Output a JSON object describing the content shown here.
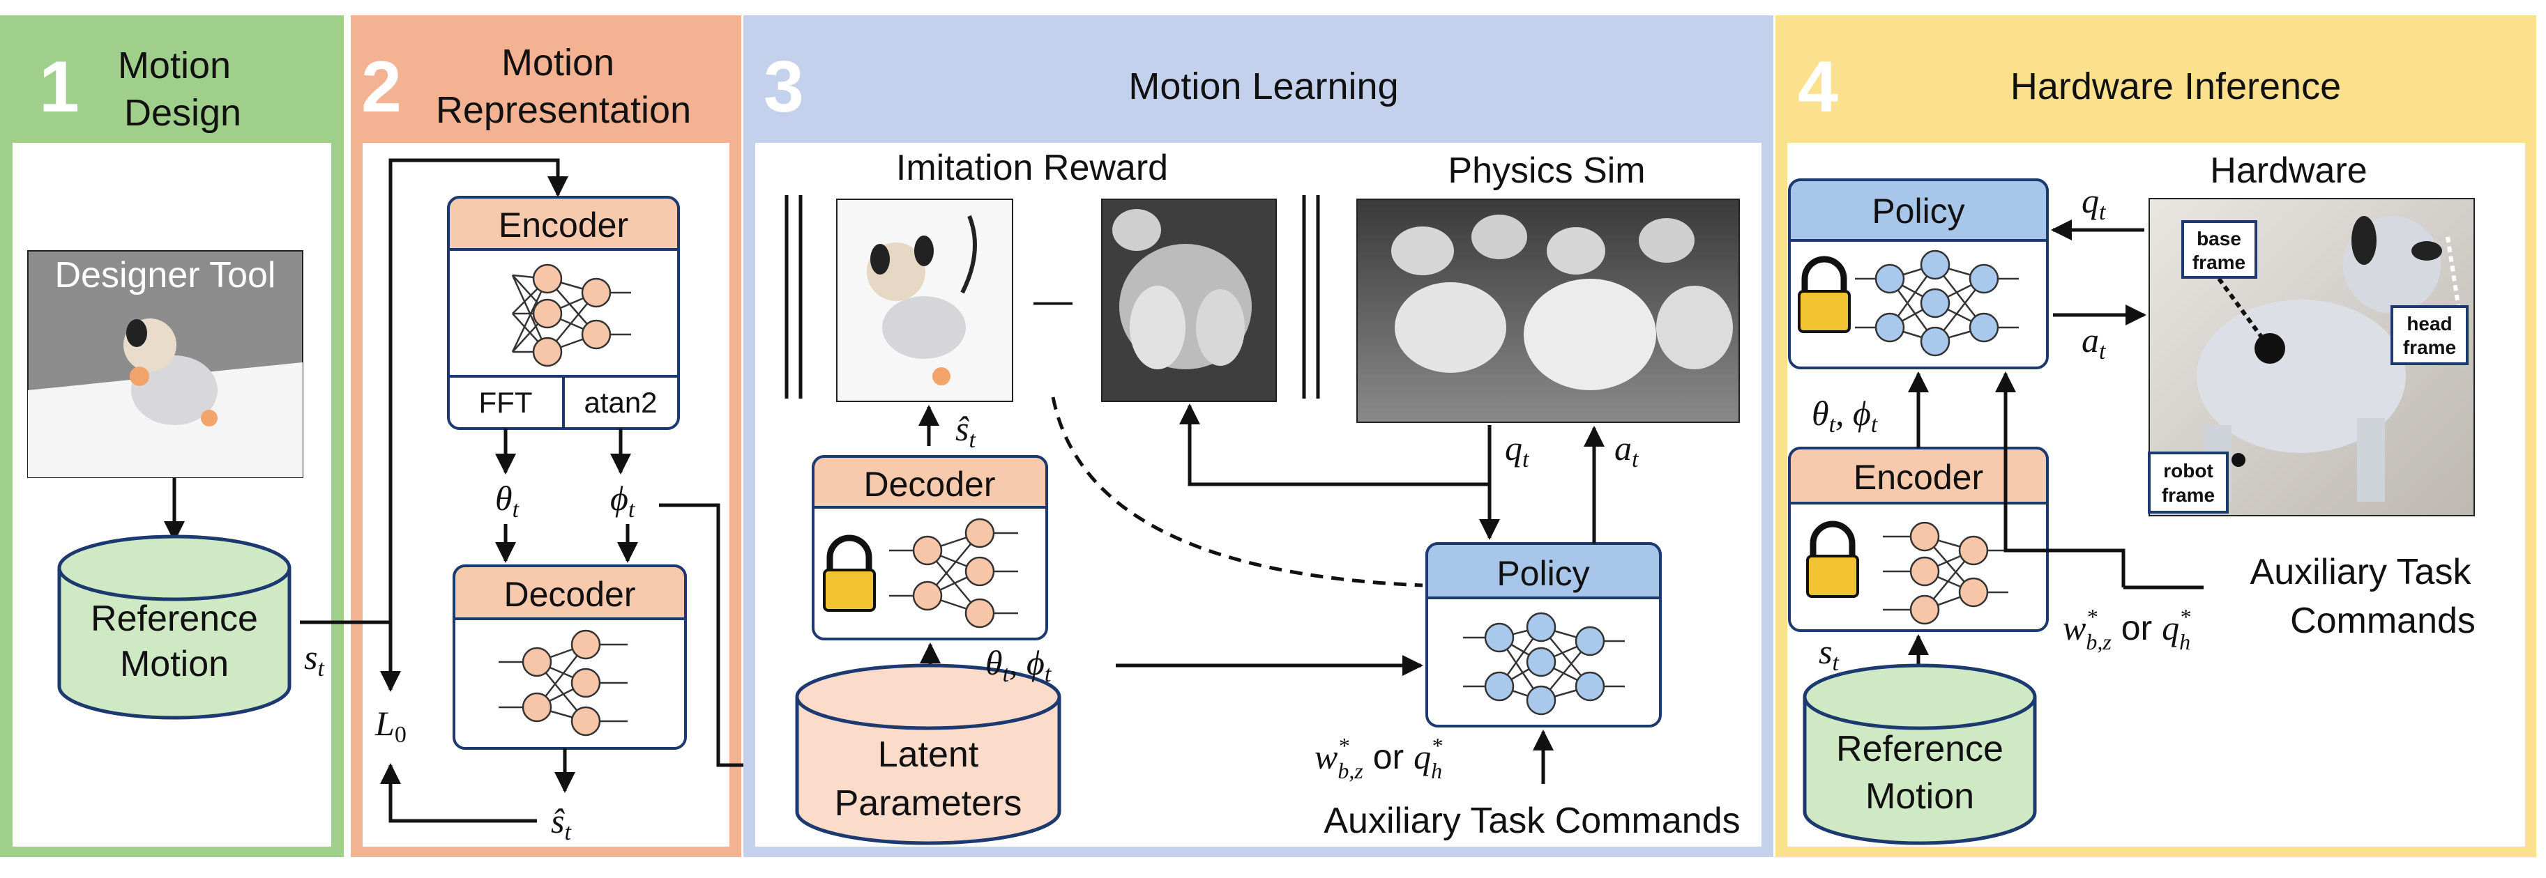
{
  "panels": [
    {
      "number": "1",
      "title_line1": "Motion",
      "title_line2": "Design"
    },
    {
      "number": "2",
      "title_line1": "Motion",
      "title_line2": "Representation"
    },
    {
      "number": "3",
      "title": "Motion Learning"
    },
    {
      "number": "4",
      "title": "Hardware Inference"
    }
  ],
  "panel1": {
    "designer_tool": "Designer Tool",
    "reference_motion_line1": "Reference",
    "reference_motion_line2": "Motion",
    "s_t": "s",
    "s_t_sub": "t"
  },
  "panel2": {
    "encoder": "Encoder",
    "fft": "FFT",
    "atan2": "atan2",
    "theta": "θ",
    "phi": "ϕ",
    "sub_t": "t",
    "decoder": "Decoder",
    "l0": "L",
    "l0_sub": "0",
    "s_hat": "ŝ"
  },
  "panel3": {
    "imitation_reward": "Imitation Reward",
    "physics_sim": "Physics Sim",
    "minus": "—",
    "s_hat": "ŝ",
    "decoder": "Decoder",
    "theta_phi": "θ",
    "theta_phi_mid": ", ϕ",
    "latent_line1": "Latent",
    "latent_line2": "Parameters",
    "policy": "Policy",
    "q_t": "q",
    "a_t": "a",
    "w_cmd": "w",
    "w_sup": "*",
    "w_sub": "b,z",
    "or": " or ",
    "q_h": "q",
    "q_h_sup": "*",
    "q_h_sub": "h",
    "aux_commands": "Auxiliary Task Commands"
  },
  "panel4": {
    "hardware": "Hardware",
    "policy": "Policy",
    "encoder": "Encoder",
    "q_t": "q",
    "a_t": "a",
    "theta_phi": "θ",
    "theta_phi_mid": ", ϕ",
    "s_t": "s",
    "reference_motion_line1": "Reference",
    "reference_motion_line2": "Motion",
    "aux_line1": "Auxiliary Task",
    "aux_line2": "Commands",
    "w_cmd": "w",
    "or": " or ",
    "base_frame_line1": "base",
    "base_frame_line2": "frame",
    "head_frame_line1": "head",
    "head_frame_line2": "frame",
    "robot_frame_line1": "robot",
    "robot_frame_line2": "frame"
  },
  "colors": {
    "panel1_fill": "#9fcf8a",
    "panel1_bg": "#dfeed6",
    "panel2_fill": "#f3b392",
    "panel2_bg": "#fbe5d8",
    "panel3_fill": "#c3d1ec",
    "panel3_bg": "#e6ecf7",
    "panel4_fill": "#fbe08e",
    "panel4_bg": "#fef3d3",
    "encoder_header": "#f7c9ad",
    "policy_header": "#a8c6ea",
    "cylinder_green": "#cfe9c4",
    "cylinder_orange": "#fbdccb",
    "node_orange": "#f7c5a7",
    "node_blue": "#a9c9ec",
    "lock_yellow": "#f1c232"
  }
}
